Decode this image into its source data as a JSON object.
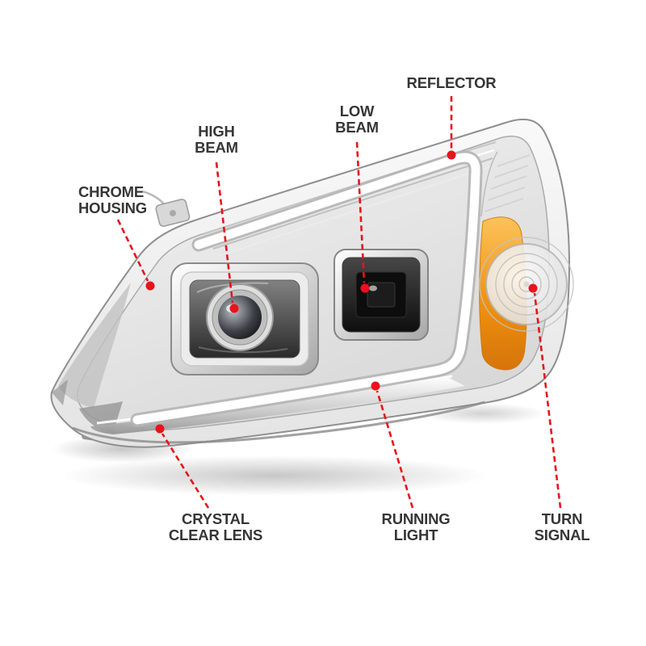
{
  "page": {
    "background": "#ffffff"
  },
  "colors": {
    "leader_red": "#e8131c",
    "label_text": "#363636",
    "amber": "#f28f06"
  },
  "diagram": {
    "callouts": {
      "reflector": {
        "lines": [
          "REFLECTOR"
        ]
      },
      "low_beam": {
        "lines": [
          "LOW",
          "BEAM"
        ]
      },
      "high_beam": {
        "lines": [
          "HIGH",
          "BEAM"
        ]
      },
      "chrome_housing": {
        "lines": [
          "CHROME",
          "HOUSING"
        ]
      },
      "crystal_clear_lens": {
        "lines": [
          "CRYSTAL",
          "CLEAR LENS"
        ]
      },
      "running_light": {
        "lines": [
          "RUNNING",
          "LIGHT"
        ]
      },
      "turn_signal": {
        "lines": [
          "TURN",
          "SIGNAL"
        ]
      }
    }
  }
}
